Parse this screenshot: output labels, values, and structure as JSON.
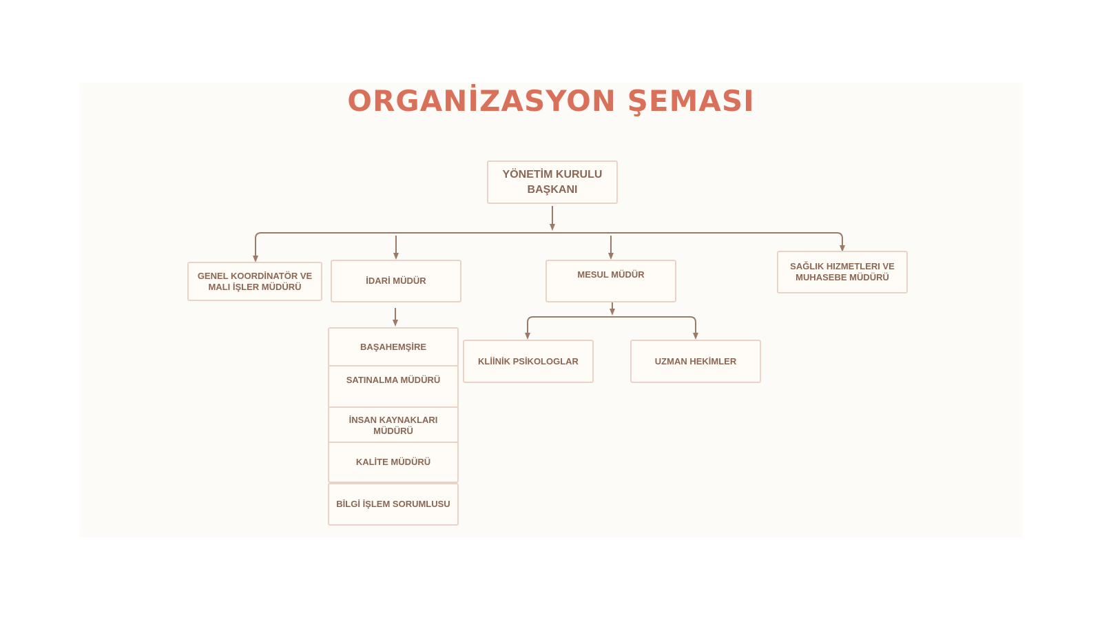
{
  "title": "ORGANİZASYON ŞEMASI",
  "nodes": {
    "board_chair": "YÖNETİM KURULU BAŞKANI",
    "general_coordinator": "GENEL KOORDİNATÖR VE MALI İŞLER MÜDÜRÜ",
    "admin_manager": "İDARİ MÜDÜR",
    "responsible_manager": "MESUL MÜDÜR",
    "health_accounting": "SAĞLIK HIZMETLERI VE MUHASEBE MÜDÜRÜ",
    "head_nurse": "BAŞAHEMŞİRE",
    "purchasing": "SATINALMA MÜDÜRÜ",
    "hr": "İNSAN KAYNAKLARI MÜDÜRÜ",
    "quality": "KALİTE MÜDÜRÜ",
    "it": "BİLGİ İŞLEM SORUMLUSU",
    "psychologists": "KLİİNİK PSİKOLOGLAR",
    "specialists": "UZMAN HEKİMLER"
  },
  "colors": {
    "title": "#d9705a",
    "box_border": "#e9d3c6",
    "box_fill": "#fffcf7",
    "text": "#8a6654",
    "connector": "#9c7a68"
  }
}
